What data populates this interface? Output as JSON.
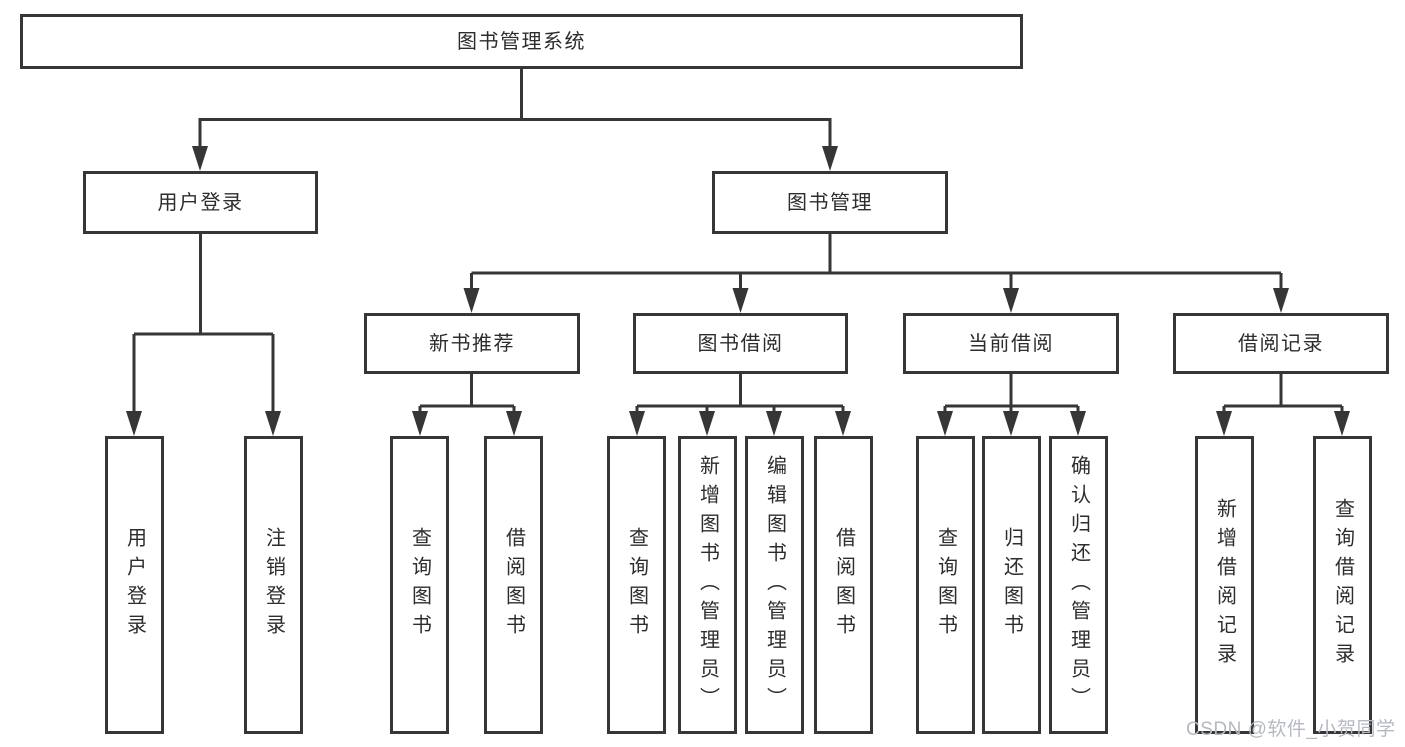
{
  "diagram": {
    "nodes": {
      "root": {
        "label": "图书管理系统"
      },
      "level2": [
        {
          "label": "用户登录",
          "parent": "图书管理系统"
        },
        {
          "label": "图书管理",
          "parent": "图书管理系统"
        }
      ],
      "level3": [
        {
          "label": "新书推荐",
          "parent": "图书管理"
        },
        {
          "label": "图书借阅",
          "parent": "图书管理"
        },
        {
          "label": "当前借阅",
          "parent": "图书管理"
        },
        {
          "label": "借阅记录",
          "parent": "图书管理"
        }
      ],
      "leaves": [
        {
          "label": "用户登录",
          "parent": "用户登录"
        },
        {
          "label": "注销登录",
          "parent": "用户登录"
        },
        {
          "label": "查询图书",
          "parent": "新书推荐"
        },
        {
          "label": "借阅图书",
          "parent": "新书推荐"
        },
        {
          "label": "查询图书",
          "parent": "图书借阅"
        },
        {
          "label": "新增图书（管理员）",
          "parent": "图书借阅"
        },
        {
          "label": "编辑图书（管理员）",
          "parent": "图书借阅"
        },
        {
          "label": "借阅图书",
          "parent": "图书借阅"
        },
        {
          "label": "查询图书",
          "parent": "当前借阅"
        },
        {
          "label": "归还图书",
          "parent": "当前借阅"
        },
        {
          "label": "确认归还（管理员）",
          "parent": "当前借阅"
        },
        {
          "label": "新增借阅记录",
          "parent": "借阅记录"
        },
        {
          "label": "查询借阅记录",
          "parent": "借阅记录"
        }
      ]
    },
    "colors": {
      "line": "#363636",
      "box_border": "#363636",
      "box_fill": "#ffffff",
      "label_text": "#2d2d2d",
      "watermark_text": "#b5b9c2",
      "background": "#ffffff"
    }
  },
  "watermark": {
    "text": "CSDN @软件_小贺同学"
  }
}
